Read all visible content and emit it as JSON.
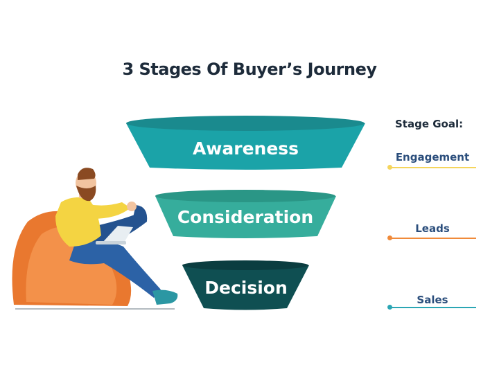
{
  "title": "3 Stages Of Buyer’s Journey",
  "stages": [
    {
      "label": "Awareness",
      "color": "#1ba3a8",
      "rim": "#1a8a8e"
    },
    {
      "label": "Consideration",
      "color": "#36ad9c",
      "rim": "#2a9686"
    },
    {
      "label": "Decision",
      "color": "#0f4f52",
      "rim": "#0b3d40"
    }
  ],
  "goal_heading": "Stage Goal:",
  "goals": [
    {
      "label": "Engagement",
      "color": "#f5d55c"
    },
    {
      "label": "Leads",
      "color": "#f08a3a"
    },
    {
      "label": "Sales",
      "color": "#2ba6b4"
    }
  ]
}
